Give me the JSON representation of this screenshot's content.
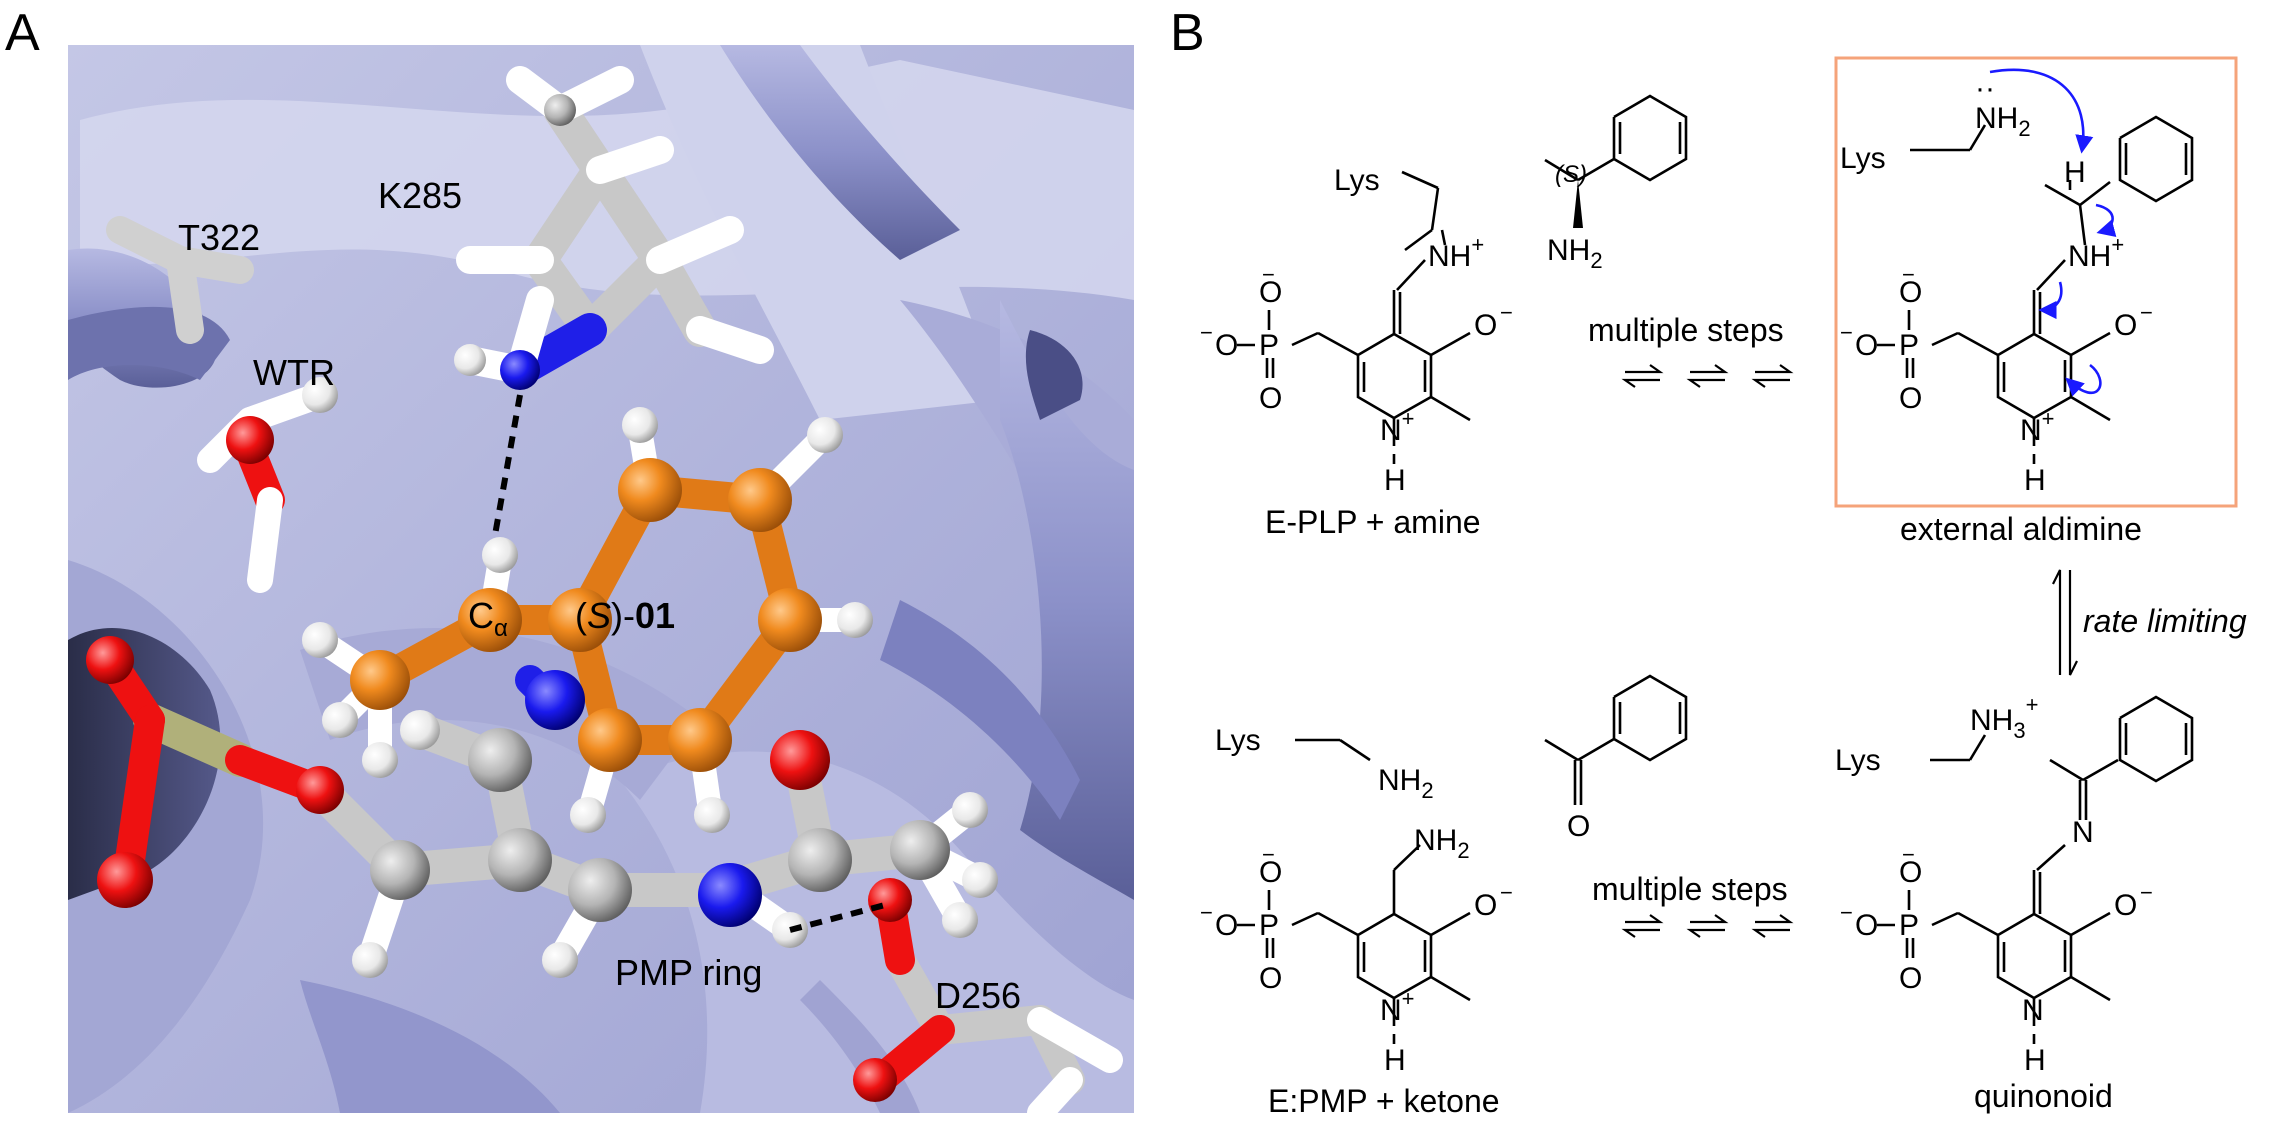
{
  "panel_a": {
    "letter": "A",
    "labels": {
      "t322": "T322",
      "k285": "K285",
      "wtr": "WTR",
      "c_alpha_main": "C",
      "c_alpha_sub": "α",
      "ligand_paren_open": "(",
      "ligand_stereo": "S",
      "ligand_rest": ")-",
      "ligand_id": "01",
      "pmp_ring": "PMP ring",
      "d256": "D256"
    }
  },
  "panel_b": {
    "letter": "B",
    "captions": {
      "eplp": "E-PLP + amine",
      "ext_ald": "external aldimine",
      "epmp": "E:PMP + ketone",
      "quin": "quinonoid"
    },
    "arrows": {
      "top": "multiple steps",
      "bottom": "multiple steps",
      "vertical": "rate limiting"
    },
    "atoms": {
      "lys": "Lys",
      "nh": "NH",
      "n": "N",
      "nh2": "NH",
      "nh3": "NH",
      "sub2": "2",
      "sub3": "3",
      "h": "H",
      "o": "O",
      "p": "P",
      "minus": "−",
      "plus": "+",
      "dots": "··",
      "s_open": "(",
      "s_label": "S",
      "s_close": ")"
    },
    "colors": {
      "highlight_box": "#f5a37a",
      "mechanism_arrow": "#1a1aff",
      "ligand_orange": "#e07a17",
      "protein_ribbon": "#8e93cc"
    }
  }
}
